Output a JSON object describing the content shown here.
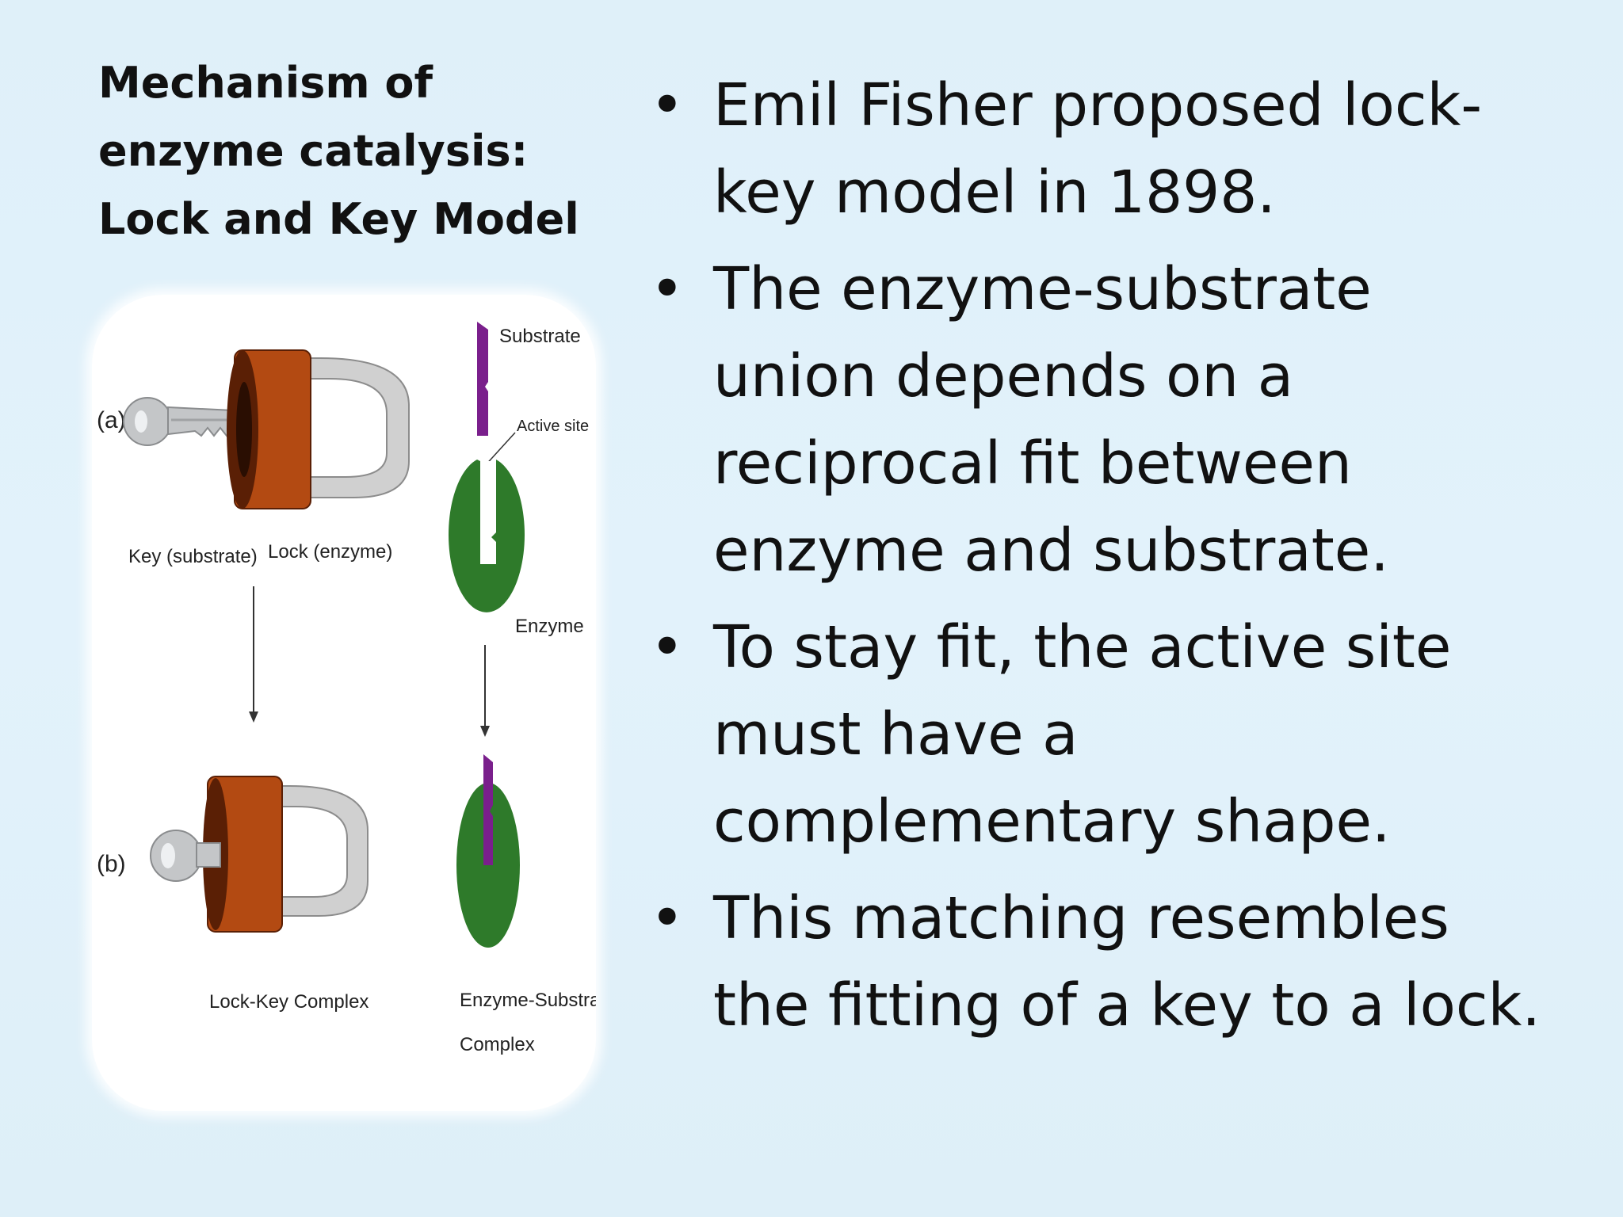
{
  "slide": {
    "title_lines": [
      "Mechanism of",
      "enzyme catalysis:",
      "Lock and Key Model"
    ],
    "bullets": [
      {
        "lines": [
          "Emil Fisher proposed  lock-",
          "key model in 1898."
        ]
      },
      {
        "lines": [
          "The enzyme-substrate",
          "union depends on a",
          "reciprocal fit between",
          "enzyme and substrate."
        ]
      },
      {
        "lines": [
          "To stay fit, the active site",
          "must have a",
          "complementary shape."
        ]
      },
      {
        "lines": [
          "This matching resembles",
          "the fitting of a key to a lock."
        ]
      }
    ],
    "bullet_symbol": "•"
  },
  "figure": {
    "panel_a": "(a)",
    "panel_b": "(b)",
    "substrate": "Substrate",
    "active_site": "Active site",
    "key": "Key (substrate)",
    "lock": "Lock (enzyme)",
    "enzyme": "Enzyme",
    "lock_key_complex": "Lock-Key Complex",
    "es_complex_1": "Enzyme-Substrate",
    "es_complex_2": "Complex",
    "colors": {
      "lock_body": "#b34a12",
      "lock_dark": "#5a1f05",
      "shackle": "#c8c8c8",
      "key": "#c4c6c8",
      "enzyme": "#2e7a2a",
      "substrate": "#7a1f8c"
    }
  }
}
